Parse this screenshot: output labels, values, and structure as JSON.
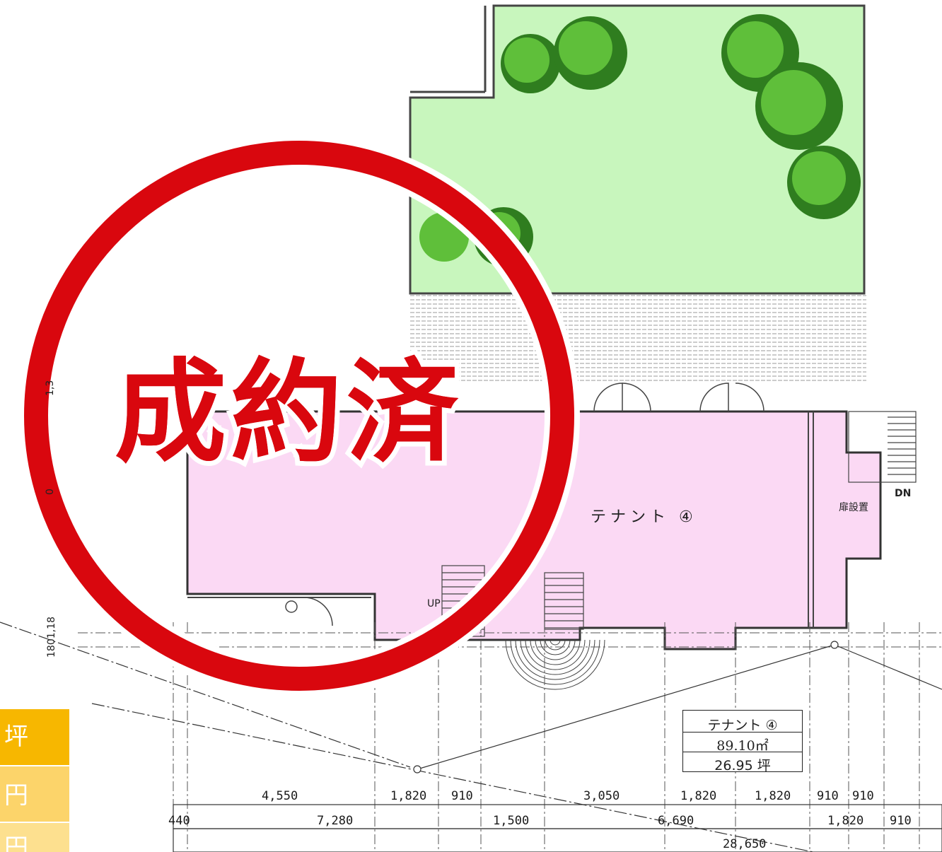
{
  "stamp": {
    "text": "成約済",
    "color": "#d9070e"
  },
  "tenant": {
    "label": "テナント ④"
  },
  "annotations": {
    "door": "扉設置",
    "up": "UP",
    "down": "DN",
    "left_dim_top": "1,3",
    "left_dim_mid": "0",
    "left_dim_bottom": "1801,18"
  },
  "area_table": {
    "name": "テナント ④",
    "sqm": "89.10㎡",
    "tsubo": "26.95 坪"
  },
  "dimensions": {
    "row1": [
      "4,550",
      "1,820",
      "910",
      "3,050",
      "1,820",
      "1,820",
      "910",
      "910"
    ],
    "row2": [
      "440",
      "7,280",
      "1,500",
      "6,690",
      "1,820",
      "910"
    ],
    "total": "28,650"
  },
  "side_panel": {
    "rows": [
      "坪",
      "円",
      "円"
    ],
    "colors": [
      "#f7b700",
      "#fcd46a",
      "#fde08f"
    ]
  },
  "colors": {
    "garden": "#c8f6bd",
    "tenant": "#fbd9f4",
    "tree_dark": "#2f7d1f",
    "tree_light": "#5fbf3a"
  },
  "icons": [
    "tree-icon",
    "stairs-icon",
    "door-swing-icon"
  ]
}
